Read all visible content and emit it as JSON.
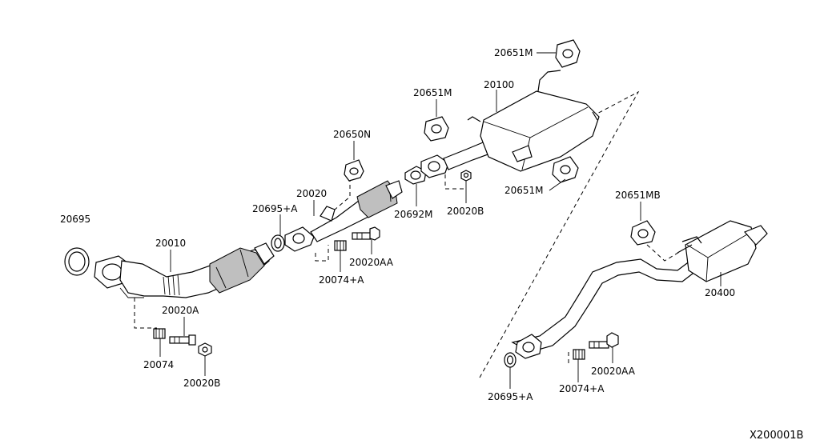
{
  "diagram": {
    "reference_code": "X200001B",
    "callouts": {
      "c20651M_top": "20651M",
      "c20100": "20100",
      "c20651M_left": "20651M",
      "c20650N": "20650N",
      "c20651M_right": "20651M",
      "c20020": "20020",
      "c20695A_front": "20695+A",
      "c20692M": "20692M",
      "c20020B_front": "20020B",
      "c20695": "20695",
      "c20010": "20010",
      "c20020AA_front": "20020AA",
      "c20074A_front": "20074+A",
      "c20020A": "20020A",
      "c20074": "20074",
      "c20020B_lower": "20020B",
      "c20651MB": "20651MB",
      "c20400": "20400",
      "c20020AA_rear": "20020AA",
      "c20695A_rear": "20695+A",
      "c20074A_rear": "20074+A"
    }
  }
}
